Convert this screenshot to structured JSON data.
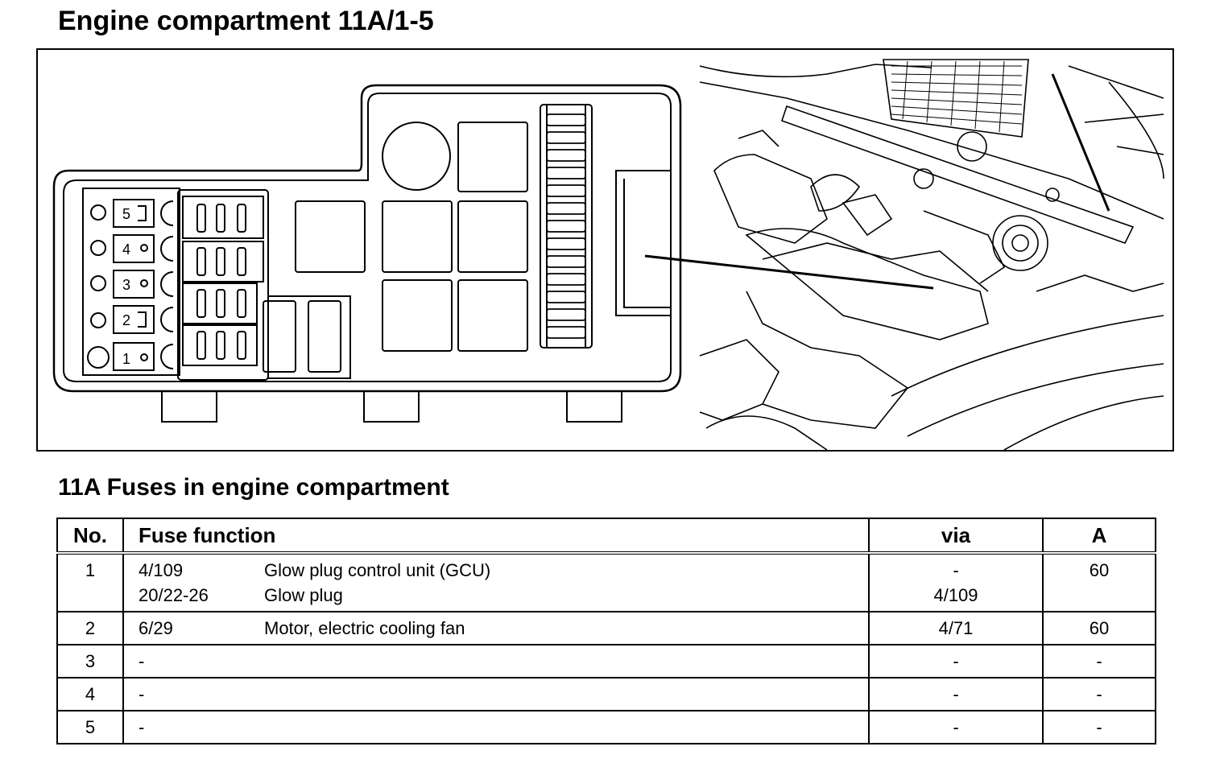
{
  "page": {
    "title": "Engine compartment 11A/1-5",
    "subtitle": "11A Fuses in engine compartment"
  },
  "diagram": {
    "fuse_labels": [
      "5",
      "4",
      "3",
      "2",
      "1"
    ]
  },
  "table": {
    "headers": {
      "no": "No.",
      "function": "Fuse function",
      "via": "via",
      "amp": "A"
    },
    "rows": [
      {
        "no": "1",
        "lines": [
          {
            "ref": "4/109",
            "text": "Glow plug control unit (GCU)",
            "via": "-",
            "amp": "60"
          },
          {
            "ref": "20/22-26",
            "text": "Glow plug",
            "via": "4/109",
            "amp": ""
          }
        ]
      },
      {
        "no": "2",
        "lines": [
          {
            "ref": "6/29",
            "text": "Motor, electric cooling fan",
            "via": "4/71",
            "amp": "60"
          }
        ]
      },
      {
        "no": "3",
        "lines": [
          {
            "ref": "-",
            "text": "",
            "via": "-",
            "amp": "-"
          }
        ]
      },
      {
        "no": "4",
        "lines": [
          {
            "ref": "-",
            "text": "",
            "via": "-",
            "amp": "-"
          }
        ]
      },
      {
        "no": "5",
        "lines": [
          {
            "ref": "-",
            "text": "",
            "via": "-",
            "amp": "-"
          }
        ]
      }
    ]
  }
}
